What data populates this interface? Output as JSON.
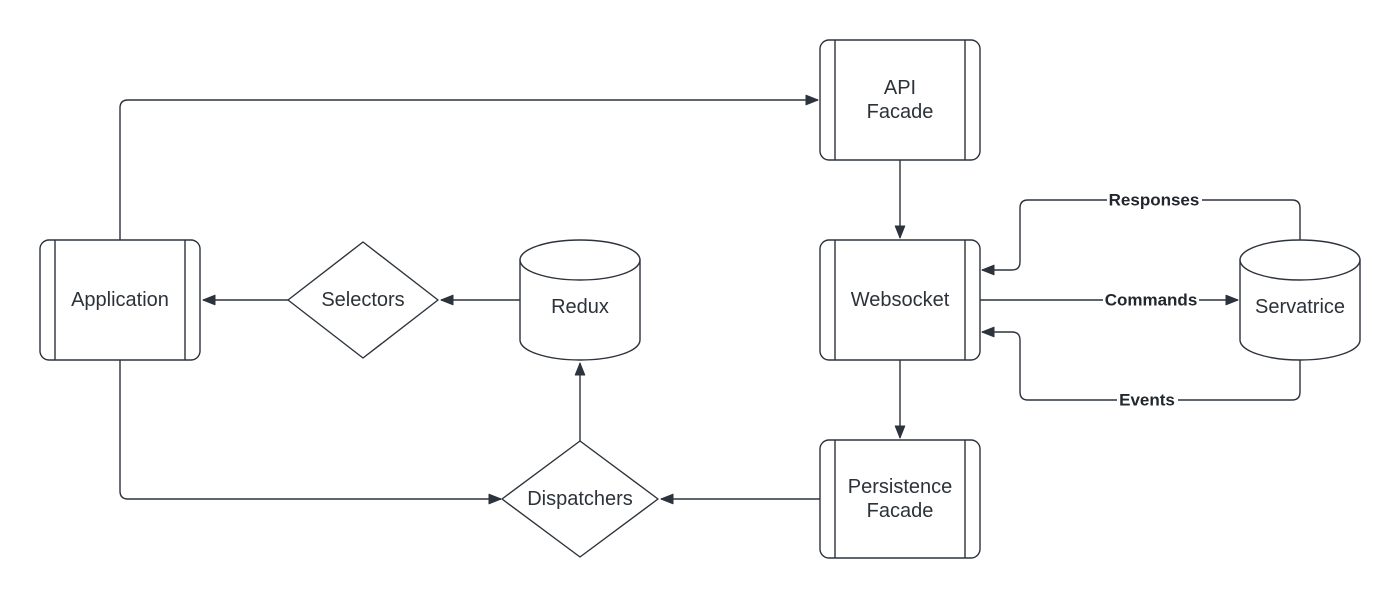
{
  "diagram": {
    "background_color": "#ffffff",
    "stroke_color": "#2d333c",
    "text_color": "#2c3239",
    "nodes": {
      "application": {
        "label": "Application",
        "shape": "process"
      },
      "selectors": {
        "label": "Selectors",
        "shape": "decision"
      },
      "redux": {
        "label": "Redux",
        "shape": "cylinder"
      },
      "api_facade": {
        "label_lines": [
          "API",
          "Facade"
        ],
        "shape": "process"
      },
      "websocket": {
        "label": "Websocket",
        "shape": "process"
      },
      "servatrice": {
        "label": "Servatrice",
        "shape": "cylinder"
      },
      "persistence_facade": {
        "label_lines": [
          "Persistence",
          "Facade"
        ],
        "shape": "process"
      },
      "dispatchers": {
        "label": "Dispatchers",
        "shape": "decision"
      }
    },
    "edges": [
      {
        "from": "application",
        "to": "api_facade",
        "label": ""
      },
      {
        "from": "api_facade",
        "to": "websocket",
        "label": ""
      },
      {
        "from": "websocket",
        "to": "persistence_facade",
        "label": ""
      },
      {
        "from": "persistence_facade",
        "to": "dispatchers",
        "label": ""
      },
      {
        "from": "dispatchers",
        "to": "redux",
        "label": ""
      },
      {
        "from": "redux",
        "to": "selectors",
        "label": ""
      },
      {
        "from": "selectors",
        "to": "application",
        "label": ""
      },
      {
        "from": "application",
        "to": "dispatchers",
        "label": ""
      },
      {
        "from": "servatrice",
        "to": "websocket",
        "label": "Responses"
      },
      {
        "from": "websocket",
        "to": "servatrice",
        "label": "Commands"
      },
      {
        "from": "servatrice",
        "to": "websocket",
        "label": "Events"
      }
    ]
  }
}
